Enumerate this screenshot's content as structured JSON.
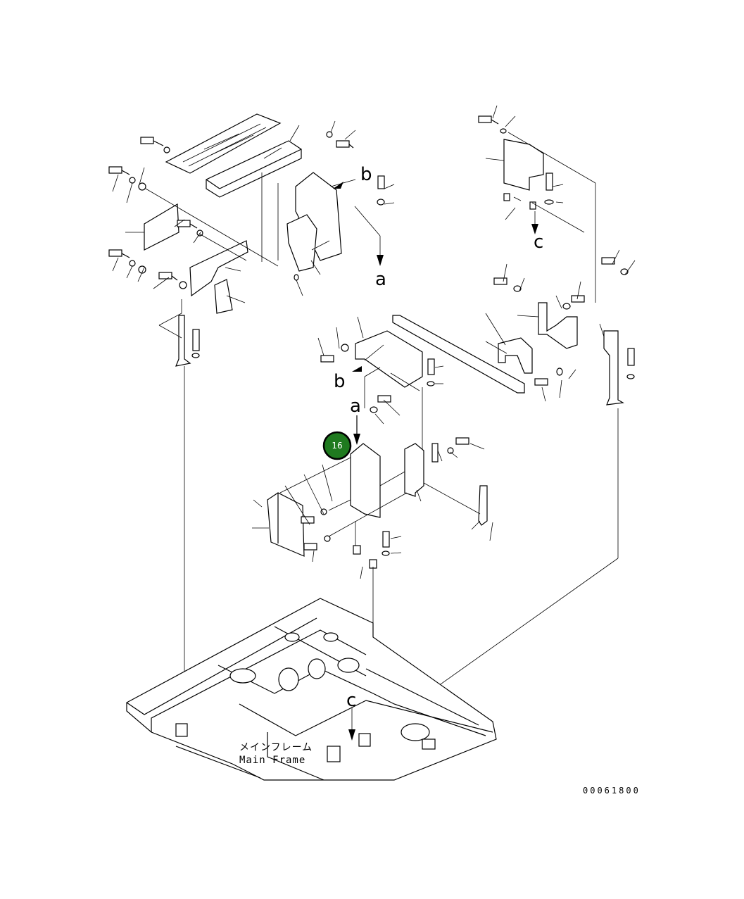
{
  "labels": {
    "ref_a_upper": "a",
    "ref_b_upper": "b",
    "ref_c_upper": "c",
    "ref_b_lower": "b",
    "ref_a_lower": "a",
    "ref_c_lower": "c"
  },
  "main_frame": {
    "jp": "メインフレーム",
    "en": "Main Frame"
  },
  "drawing_code": "00061800",
  "callout": {
    "number": "16",
    "color": "#1f7a1f"
  }
}
